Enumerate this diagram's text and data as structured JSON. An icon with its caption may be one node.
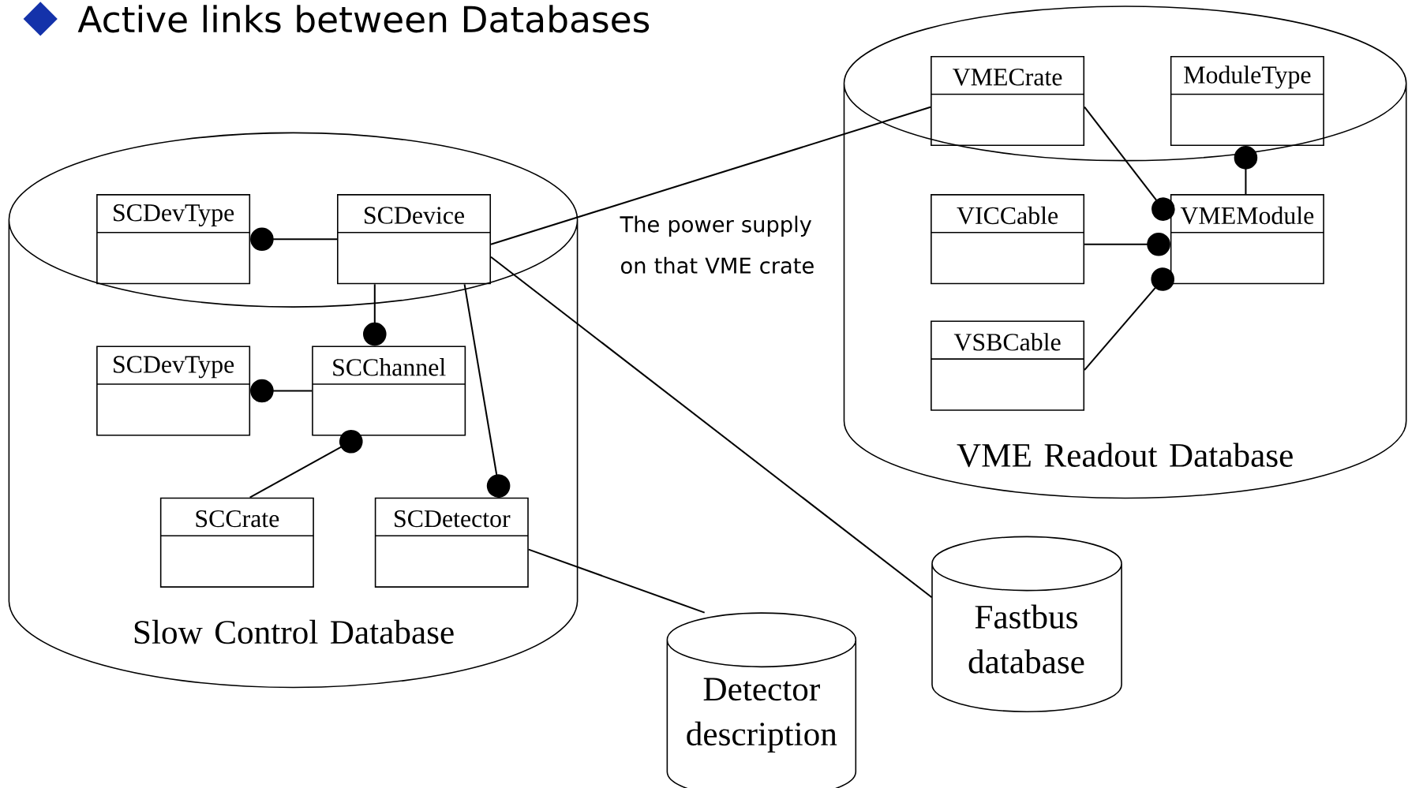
{
  "diagram": {
    "title": "Active links between Databases",
    "nodes": [
      {
        "text": [
          "Slow Control Database"
        ]
      },
      {
        "text": [
          "SCDevType"
        ],
        "in": 0
      },
      {
        "text": [
          "SCDevice"
        ],
        "in": 0
      },
      {
        "text": [
          "SCDevType"
        ],
        "in": 0
      },
      {
        "text": [
          "SCChannel"
        ],
        "in": 0
      },
      {
        "text": [
          "SCCrate"
        ],
        "in": 0
      },
      {
        "text": [
          "SCDetector"
        ],
        "in": 0
      },
      {
        "text": [
          "VME Readout Database"
        ]
      },
      {
        "text": [
          "VMECrate"
        ],
        "in": 7
      },
      {
        "text": [
          "ModuleType"
        ],
        "in": 7
      },
      {
        "text": [
          "VICCable"
        ],
        "in": 7
      },
      {
        "text": [
          "VMEModule"
        ],
        "in": 7
      },
      {
        "text": [
          "VSBCable"
        ],
        "in": 7
      },
      {
        "text": [
          "Detector description"
        ]
      },
      {
        "text": [
          "Fastbus database"
        ]
      }
    ],
    "edges": [
      {
        "from": 1,
        "to": 2,
        "arrow": "other"
      },
      {
        "from": 4,
        "to": 2,
        "arrow": "other"
      },
      {
        "from": 3,
        "to": 4,
        "arrow": "other"
      },
      {
        "from": 4,
        "to": 5,
        "arrow": "other"
      },
      {
        "from": 6,
        "to": 2,
        "arrow": "other"
      },
      {
        "from": 6,
        "to": 13,
        "arrow": "none"
      },
      {
        "from": 2,
        "to": 8,
        "arrow": "none"
      },
      {
        "from": 2,
        "to": 14,
        "arrow": "none"
      },
      {
        "from": 11,
        "to": 8,
        "arrow": "other"
      },
      {
        "from": 9,
        "to": 11,
        "arrow": "other"
      },
      {
        "from": 11,
        "to": 10,
        "arrow": "other"
      },
      {
        "from": 11,
        "to": 12,
        "arrow": "other"
      }
    ],
    "labels": [
      "The power supply on that VME crate"
    ]
  }
}
